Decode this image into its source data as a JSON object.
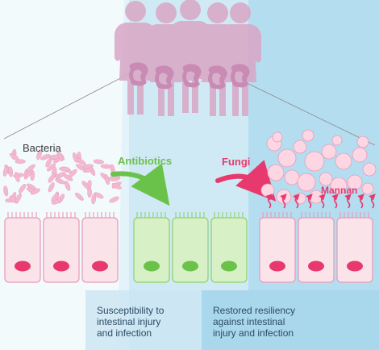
{
  "labels": {
    "bacteria": "Bacteria",
    "antibiotics": "Antibiotics",
    "fungi": "Fungi",
    "mannan": "Mannan"
  },
  "captions": {
    "susceptibility": "Susceptibility to\nintestinal injury\nand infection",
    "restored": "Restored resiliency\nagainst intestinal\ninjury and infection"
  },
  "colors": {
    "panel_left": "#e3f3f9",
    "panel_mid": "#cfeaf4",
    "panel_right": "#b4def0",
    "figure": "#d9a6c6",
    "cell_pink": "#fbe3ea",
    "cell_green": "#d8f0c6",
    "nucleus_pink": "#e8396f",
    "nucleus_green": "#6bc24a",
    "bacteria": "#f2b9d0",
    "fungi_spore": "#fcd7e3",
    "accent_pink": "#e8396f",
    "accent_green": "#6bc24a"
  },
  "icons": [
    "person-silhouette-icon",
    "intestine-icon",
    "bacteria-icon",
    "fungi-spore-icon",
    "epithelial-cell-icon",
    "curved-arrow-icon"
  ]
}
